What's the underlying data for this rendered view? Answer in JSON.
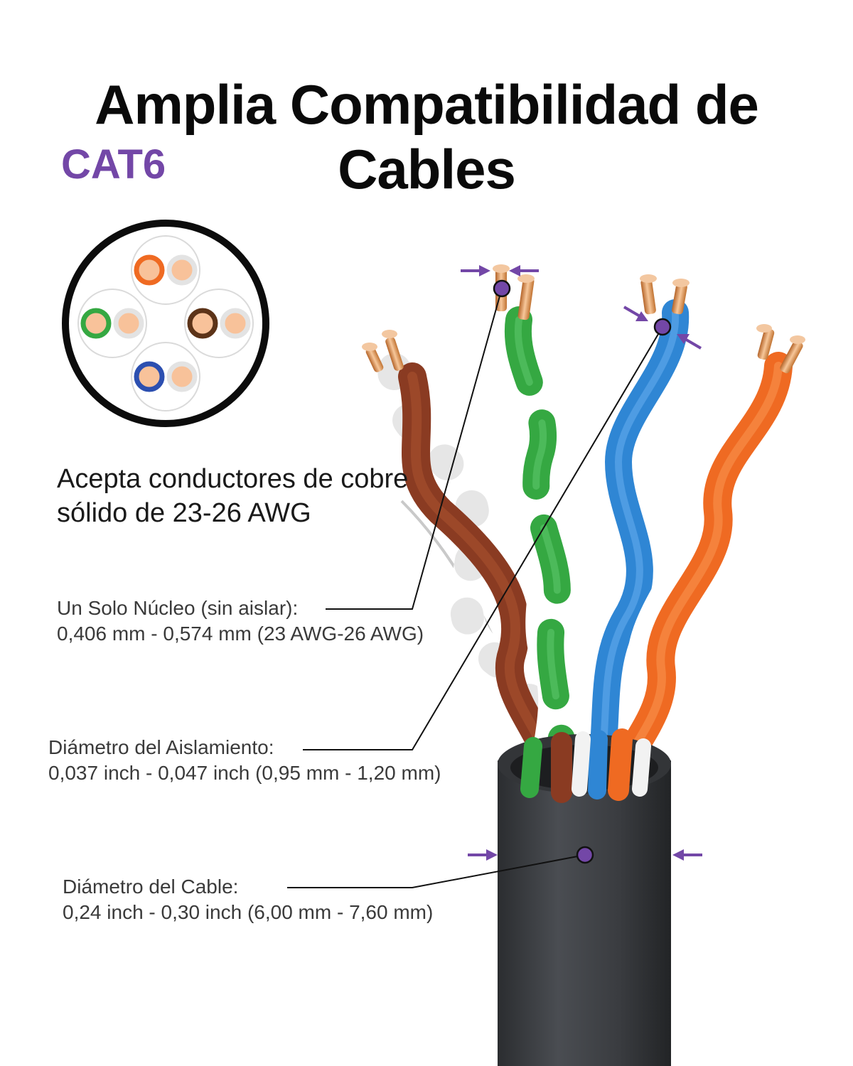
{
  "header": {
    "title": "Amplia Compatibilidad de Cables",
    "subtitle": "CAT6"
  },
  "description": {
    "line1": "Acepta conductores de cobre",
    "line2": "sólido de 23-26 AWG"
  },
  "specs": {
    "core": {
      "label": "Un Solo Núcleo (sin aislar):",
      "value": "0,406 mm - 0,574 mm (23 AWG-26 AWG)"
    },
    "insulation": {
      "label": "Diámetro del Aislamiento:",
      "value": "0,037 inch - 0,047 inch (0,95 mm - 1,20 mm)"
    },
    "cable": {
      "label": "Diámetro del Cable:",
      "value": "0,24 inch - 0,30 inch (6,00 mm - 7,60 mm)"
    }
  },
  "colors": {
    "accent": "#7347a7",
    "jacket": "#3b3d40",
    "pair_orange": "#ef6a22",
    "pair_green": "#35a842",
    "pair_brown": "#8a3b22",
    "pair_blue": "#2f86d4",
    "copper": "#f5be95"
  }
}
